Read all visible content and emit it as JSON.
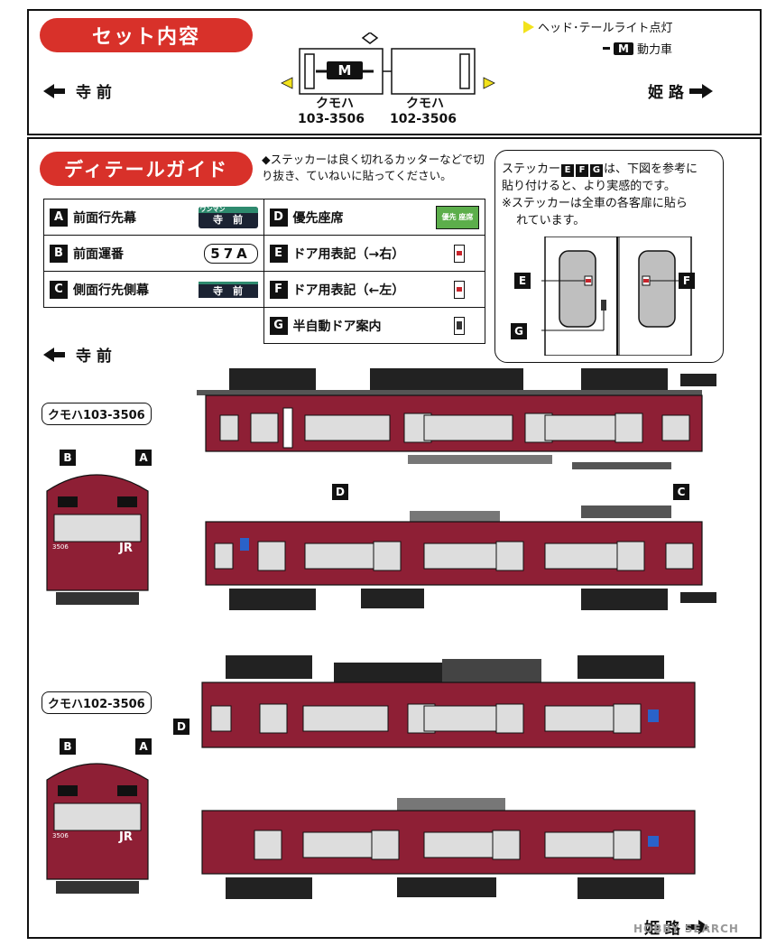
{
  "set_contents": {
    "title": "セット内容",
    "legend_light": "ヘッド･テールライト点灯",
    "legend_motor_badge": "M",
    "legend_motor": "動力車",
    "dir_left": "寺 前",
    "dir_right": "姫 路",
    "car1_name": "クモハ",
    "car1_number": "103-3506",
    "car2_name": "クモハ",
    "car2_number": "102-3506",
    "motor_badge": "M"
  },
  "detail_guide": {
    "title": "ディテールガイド",
    "note": "◆ステッカーは良く切れるカッターなどで切り抜き、ていねいに貼ってください。",
    "items": [
      {
        "letter": "A",
        "label": "前面行先幕",
        "sticker": "寺　前",
        "sticker_top": "ワンマン"
      },
      {
        "letter": "D",
        "label": "優先座席",
        "sticker": "優先 座席"
      },
      {
        "letter": "B",
        "label": "前面運番",
        "sticker": "57A"
      },
      {
        "letter": "E",
        "label": "ドア用表記（→右）"
      },
      {
        "letter": "C",
        "label": "側面行先側幕",
        "sticker": "寺　前"
      },
      {
        "letter": "F",
        "label": "ドア用表記（←左）"
      },
      {
        "letter": "G",
        "label": "半自動ドア案内"
      }
    ],
    "door_note_line1": "ステッカー",
    "door_note_letters": [
      "E",
      "F",
      "G"
    ],
    "door_note_line1b": "は、下図を参考に",
    "door_note_line2": "貼り付けると、より実感的です。",
    "door_note_line3": "※ステッカーは全車の各客扉に貼ら",
    "door_note_line4": "れています。",
    "door_callouts": [
      "E",
      "F",
      "G"
    ]
  },
  "diagram": {
    "dir_left": "寺 前",
    "dir_right": "姫 路",
    "car1_label": "クモハ103-3506",
    "car2_label": "クモハ102-3506",
    "callouts": [
      "A",
      "B",
      "C",
      "D",
      "D",
      "A",
      "B"
    ],
    "front_logo": "JR",
    "front_number": "3506"
  },
  "watermark": "HOBBY SEARCH",
  "colors": {
    "train_red": "#8e1f35",
    "accent_red": "#d8312a",
    "light_yellow": "#f2e21c"
  }
}
